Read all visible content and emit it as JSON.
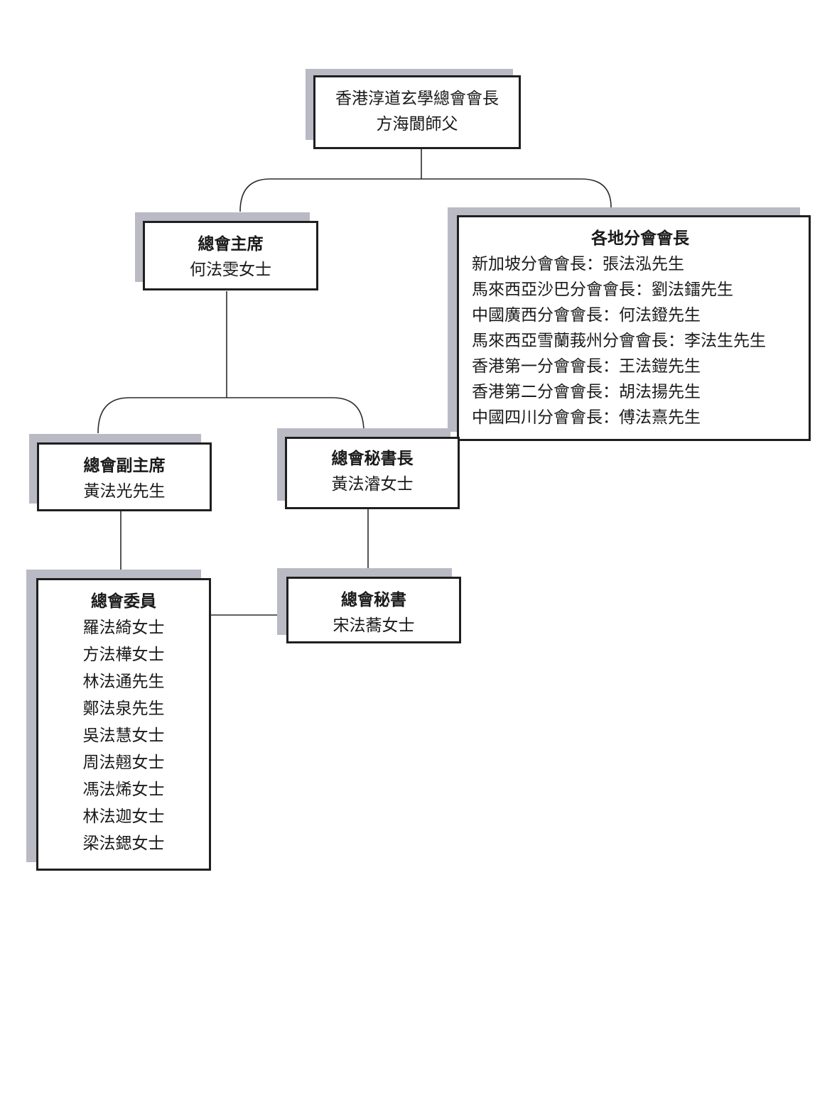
{
  "president": {
    "title": "香港淳道玄學總會會長",
    "name": "方海閬師父"
  },
  "chairman": {
    "title": "總會主席",
    "name": "何法雯女士"
  },
  "branch_presidents": {
    "title": "各地分會會長",
    "items": [
      "新加坡分會會長：張法泓先生",
      "馬來西亞沙巴分會會長：劉法鐳先生",
      "中國廣西分會會長：何法鐙先生",
      "馬來西亞雪蘭莪州分會會長：李法生先生",
      "香港第一分會會長：王法鎧先生",
      "香港第二分會會長：胡法揚先生",
      "中國四川分會會長：傅法熹先生"
    ]
  },
  "vice_chairman": {
    "title": "總會副主席",
    "name": "黃法光先生"
  },
  "secretary_general": {
    "title": "總會秘書長",
    "name": "黃法濬女士"
  },
  "committee": {
    "title": "總會委員",
    "members": [
      "羅法綺女士",
      "方法樺女士",
      "林法通先生",
      "鄭法泉先生",
      "吳法慧女士",
      "周法翹女士",
      "馮法烯女士",
      "林法迦女士",
      "梁法鍶女士"
    ]
  },
  "secretary": {
    "title": "總會秘書",
    "name": "宋法蕎女士"
  }
}
